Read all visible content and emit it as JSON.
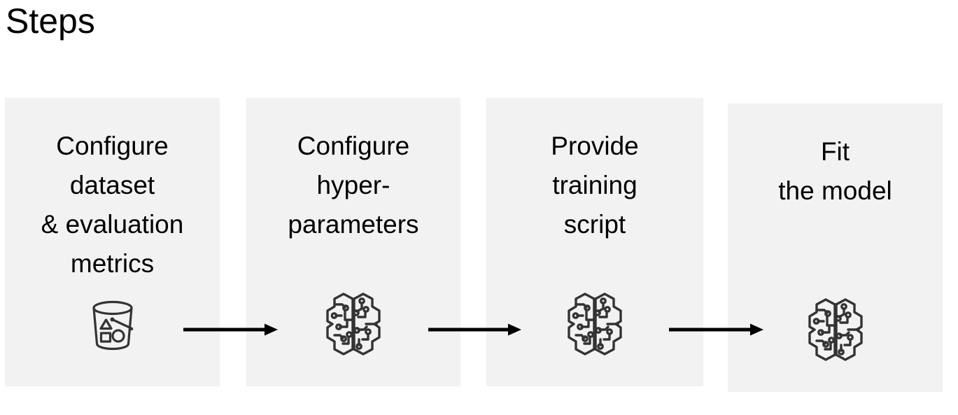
{
  "page": {
    "title": "Steps",
    "background_color": "#ffffff",
    "box_fill_color": "#f2f2f2",
    "text_color": "#000000",
    "icon_color": "#333333"
  },
  "steps": [
    {
      "label": "Configure\ndataset\n& evaluation\nmetrics",
      "icon": "dataset-bucket-icon"
    },
    {
      "label": "Configure\nhyper-\nparameters",
      "icon": "ai-brain-circuit-icon"
    },
    {
      "label": "Provide\ntraining\nscript",
      "icon": "ai-brain-circuit-icon"
    },
    {
      "label": "Fit\nthe model",
      "icon": "ai-brain-circuit-icon"
    }
  ],
  "arrows": [
    {
      "name": "arrow-step-1-to-2",
      "direction": "right"
    },
    {
      "name": "arrow-step-2-to-3",
      "direction": "right"
    },
    {
      "name": "arrow-step-3-to-4",
      "direction": "right"
    }
  ]
}
